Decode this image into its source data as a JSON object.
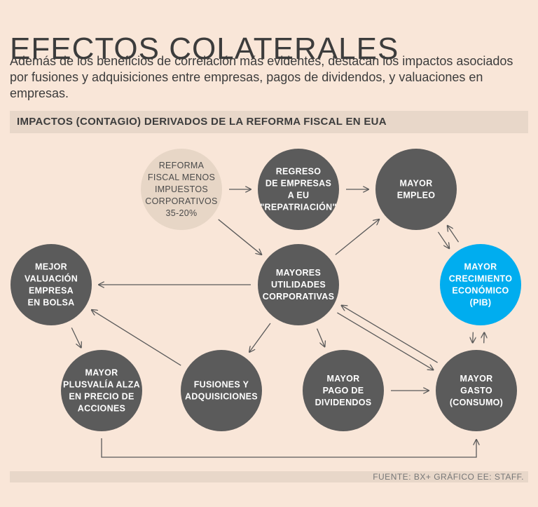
{
  "title": "EFECTOS COLATERALES",
  "subtitle": "Además de los beneficios de correlación más evidentes, destacan los impactos asociados por fusiones y adquisiciones entre empresas, pagos de dividendos, y valuaciones en empresas.",
  "banner": "IMPACTOS (CONTAGIO) DERIVADOS DE LA REFORMA FISCAL EN EUA",
  "footer": "FUENTE: BX+   GRÁFICO EE: STAFF.",
  "colors": {
    "background": "#f9e6d8",
    "banner_bg": "#e8d7c9",
    "node_dark": "#5b5b5b",
    "node_light": "#e7d6c6",
    "node_highlight": "#00adef"
  },
  "nodes": [
    {
      "id": "reforma",
      "style": "light",
      "lines": [
        "REFORMA",
        "FISCAL MENOS",
        "IMPUESTOS",
        "CORPORATIVOS",
        "35-20%"
      ]
    },
    {
      "id": "regreso",
      "style": "dark",
      "lines": [
        "REGRESO",
        "DE EMPRESAS",
        "A EU",
        "\"REPATRIACIÓN\""
      ]
    },
    {
      "id": "empleo",
      "style": "dark",
      "lines": [
        "MAYOR",
        "EMPLEO"
      ]
    },
    {
      "id": "utilidades",
      "style": "dark",
      "lines": [
        "MAYORES",
        "UTILIDADES",
        "CORPORATIVAS"
      ]
    },
    {
      "id": "valuacion",
      "style": "dark",
      "lines": [
        "MEJOR",
        "VALUACIÓN",
        "EMPRESA",
        "EN BOLSA"
      ]
    },
    {
      "id": "crecimiento",
      "style": "highlight",
      "lines": [
        "MAYOR",
        "CRECIMIENTO",
        "ECONÓMICO",
        "(PIB)"
      ]
    },
    {
      "id": "plusvalia",
      "style": "dark",
      "lines": [
        "MAYOR",
        "PLUSVALÍA ALZA",
        "EN PRECIO DE",
        "ACCIONES"
      ]
    },
    {
      "id": "fusiones",
      "style": "dark",
      "lines": [
        "FUSIONES Y",
        "ADQUISICIONES"
      ]
    },
    {
      "id": "dividendos",
      "style": "dark",
      "lines": [
        "MAYOR",
        "PAGO DE",
        "DIVIDENDOS"
      ]
    },
    {
      "id": "gasto",
      "style": "dark",
      "lines": [
        "MAYOR",
        "GASTO",
        "(CONSUMO)"
      ]
    }
  ],
  "edges": [
    {
      "from": "reforma",
      "to": "regreso"
    },
    {
      "from": "regreso",
      "to": "empleo"
    },
    {
      "from": "reforma",
      "to": "utilidades"
    },
    {
      "from": "utilidades",
      "to": "empleo"
    },
    {
      "from": "utilidades",
      "to": "valuacion"
    },
    {
      "from": "utilidades",
      "to": "fusiones"
    },
    {
      "from": "utilidades",
      "to": "dividendos"
    },
    {
      "from": "utilidades",
      "to": "gasto"
    },
    {
      "from": "gasto",
      "to": "utilidades"
    },
    {
      "from": "empleo",
      "to": "crecimiento"
    },
    {
      "from": "crecimiento",
      "to": "empleo"
    },
    {
      "from": "crecimiento",
      "to": "gasto"
    },
    {
      "from": "gasto",
      "to": "crecimiento"
    },
    {
      "from": "valuacion",
      "to": "plusvalia"
    },
    {
      "from": "fusiones",
      "to": "valuacion"
    },
    {
      "from": "dividendos",
      "to": "gasto"
    },
    {
      "from": "plusvalia",
      "to": "gasto"
    }
  ]
}
